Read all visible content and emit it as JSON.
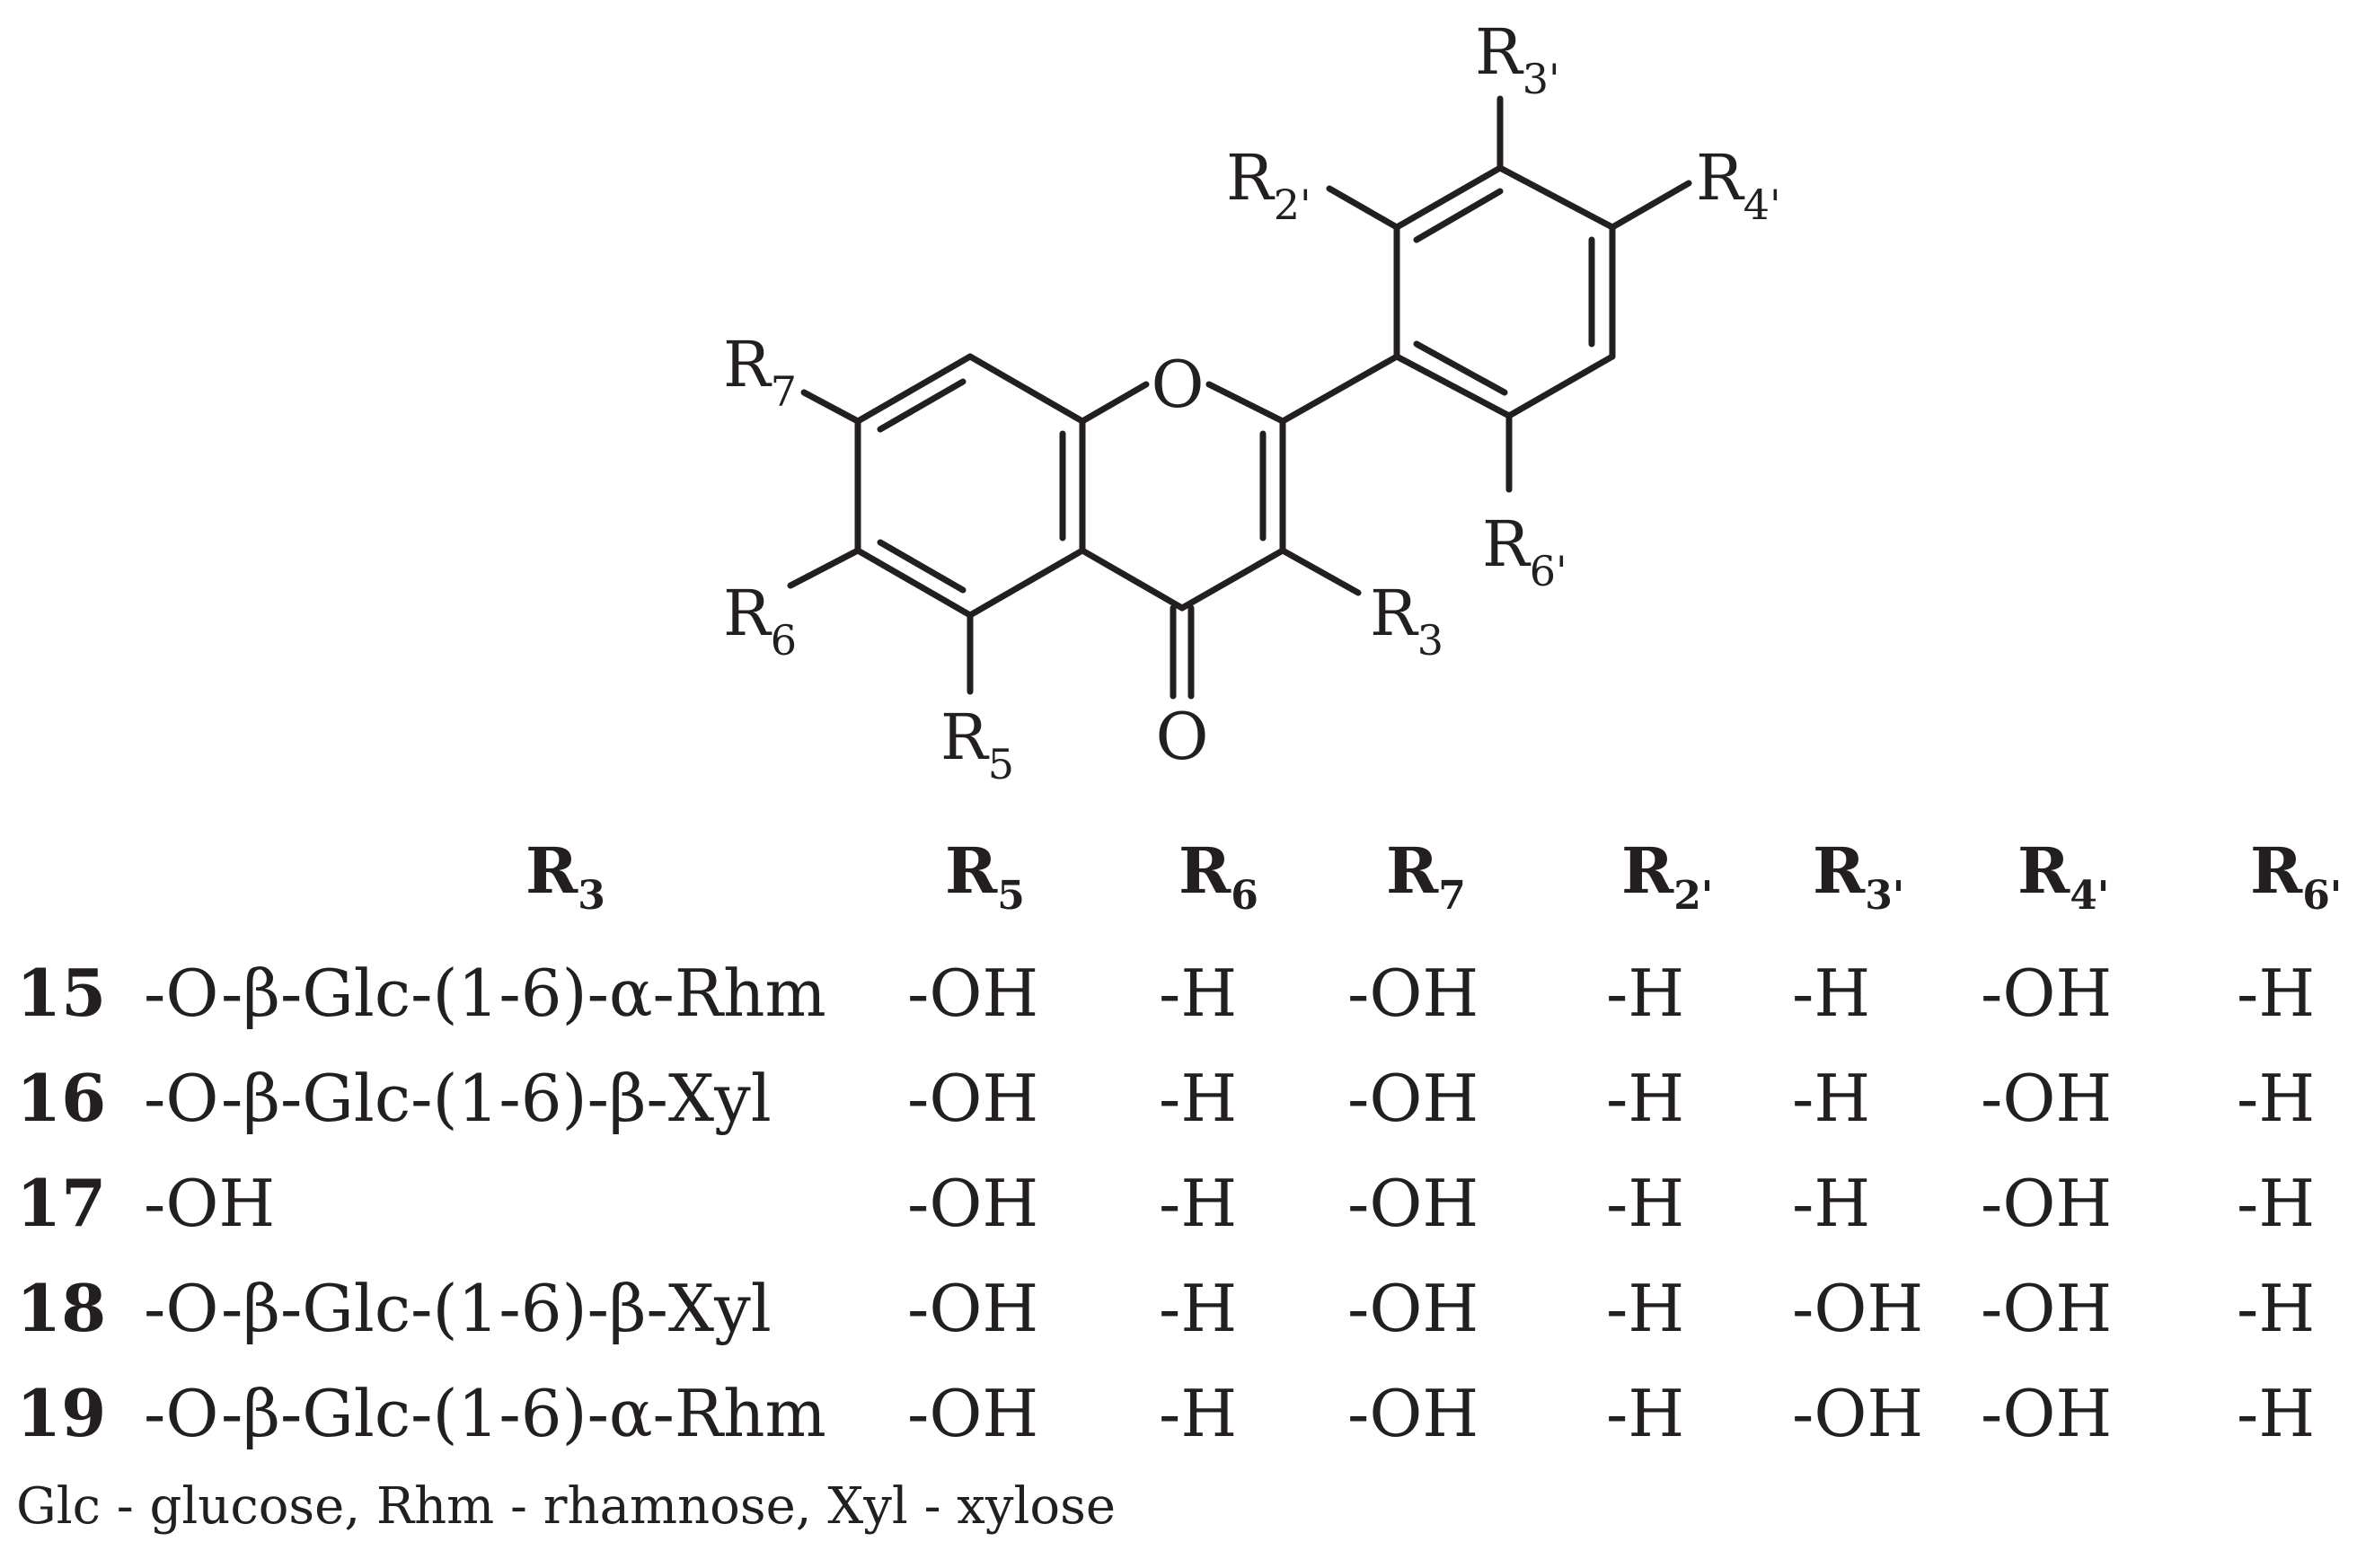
{
  "structure": {
    "atoms": {
      "ring_oxygen": "O",
      "carbonyl_oxygen": "O"
    },
    "substituents": [
      {
        "id": "R3p",
        "base": "R",
        "sub": "3'"
      },
      {
        "id": "R2p",
        "base": "R",
        "sub": "2'"
      },
      {
        "id": "R4p",
        "base": "R",
        "sub": "4'"
      },
      {
        "id": "R7",
        "base": "R",
        "sub": "7"
      },
      {
        "id": "R6p",
        "base": "R",
        "sub": "6'"
      },
      {
        "id": "R6",
        "base": "R",
        "sub": "6"
      },
      {
        "id": "R3",
        "base": "R",
        "sub": "3"
      },
      {
        "id": "R5",
        "base": "R",
        "sub": "5"
      }
    ]
  },
  "table": {
    "headers": [
      {
        "base": "R",
        "sub": "3"
      },
      {
        "base": "R",
        "sub": "5"
      },
      {
        "base": "R",
        "sub": "6"
      },
      {
        "base": "R",
        "sub": "7"
      },
      {
        "base": "R",
        "sub": "2'"
      },
      {
        "base": "R",
        "sub": "3'"
      },
      {
        "base": "R",
        "sub": "4'"
      },
      {
        "base": "R",
        "sub": "6'"
      }
    ],
    "rows": [
      {
        "id": "15",
        "r3": "-O-β-Glc-(1-6)-α-Rhm",
        "r5": "-OH",
        "r6": "-H",
        "r7": "-OH",
        "r2p": "-H",
        "r3p": "-H",
        "r4p": "-OH",
        "r6p": "-H"
      },
      {
        "id": "16",
        "r3": "-O-β-Glc-(1-6)-β-Xyl",
        "r5": "-OH",
        "r6": "-H",
        "r7": "-OH",
        "r2p": "-H",
        "r3p": "-H",
        "r4p": "-OH",
        "r6p": "-H"
      },
      {
        "id": "17",
        "r3": "-OH",
        "r5": "-OH",
        "r6": "-H",
        "r7": "-OH",
        "r2p": "-H",
        "r3p": "-H",
        "r4p": "-OH",
        "r6p": "-H"
      },
      {
        "id": "18",
        "r3": "-O-β-Glc-(1-6)-β-Xyl",
        "r5": "-OH",
        "r6": "-H",
        "r7": "-OH",
        "r2p": "-H",
        "r3p": "-OH",
        "r4p": "-OH",
        "r6p": "-H"
      },
      {
        "id": "19",
        "r3": "-O-β-Glc-(1-6)-α-Rhm",
        "r5": "-OH",
        "r6": "-H",
        "r7": "-OH",
        "r2p": "-H",
        "r3p": "-OH",
        "r4p": "-OH",
        "r6p": "-H"
      }
    ]
  },
  "footnote": "Glc - glucose, Rhm - rhamnose, Xyl - xylose"
}
